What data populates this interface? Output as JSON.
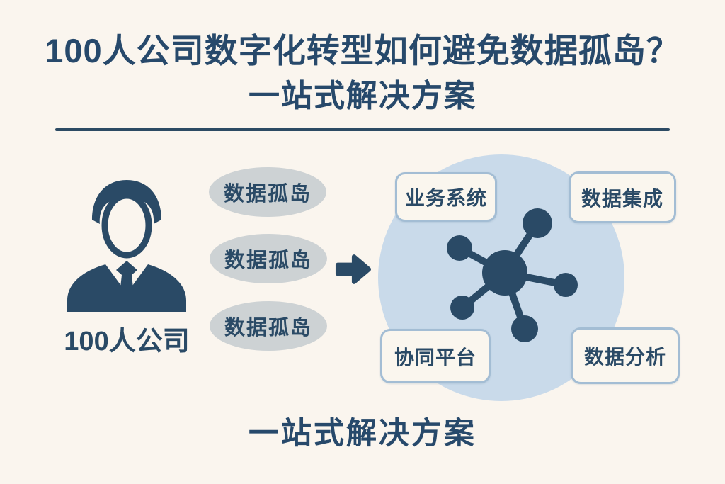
{
  "colors": {
    "background": "#faf5ee",
    "navy": "#2a4a66",
    "silo_gray": "#cdd2d4",
    "circle_blue": "#c9daea",
    "box_border": "#a3bdd4",
    "box_background": "#faf6ee"
  },
  "header": {
    "title_line1": "100人公司数字化转型如何避免数据孤岛？",
    "title_line2": "一站式解决方案"
  },
  "company": {
    "icon": "businessman-icon",
    "label": "100人公司"
  },
  "silos": {
    "items": [
      {
        "label": "数据孤岛"
      },
      {
        "label": "数据孤岛"
      },
      {
        "label": "数据孤岛"
      }
    ]
  },
  "arrow": {
    "icon": "arrow-right-icon"
  },
  "solution": {
    "hub_icon": "network-hub-icon",
    "nodes": [
      {
        "label": "业务系统"
      },
      {
        "label": "数据集成"
      },
      {
        "label": "协同平台"
      },
      {
        "label": "数据分析"
      }
    ]
  },
  "footer": {
    "caption": "一站式解决方案"
  }
}
